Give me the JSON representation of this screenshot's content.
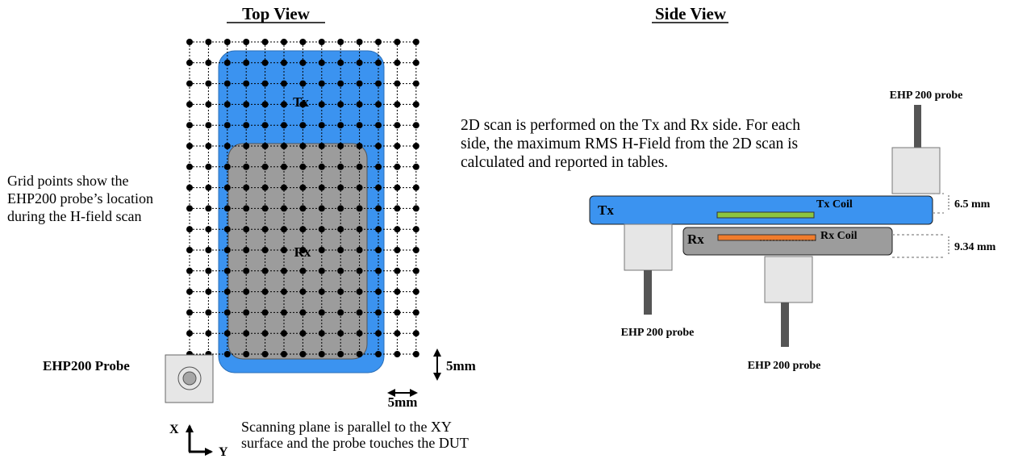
{
  "top_view": {
    "title": "Top View",
    "tx_label": "Tx",
    "rx_label": "Rx",
    "grid_note_lines": [
      "Grid points show the",
      "EHP200 probe’s location",
      "during the H-field scan"
    ],
    "probe_label": "EHP200 Probe",
    "dim_vertical": "5mm",
    "dim_horizontal": "5mm",
    "axis_x": "X",
    "axis_y": "Y",
    "scan_note_lines": [
      "Scanning plane is parallel to the XY",
      "surface and the probe touches the DUT"
    ],
    "grid_columns": 13,
    "grid_rows": 16
  },
  "side_view": {
    "title": "Side View",
    "description_lines": [
      "2D scan is performed on the Tx and Rx side. For each",
      "side, the maximum RMS H-Field from the 2D scan is",
      "calculated and reported in tables."
    ],
    "tx_label": "Tx",
    "rx_label": "Rx",
    "tx_coil_label": "Tx Coil",
    "rx_coil_label": "Rx Coil",
    "dim_top": "6.5 mm",
    "dim_bottom": "9.34 mm",
    "probe_top_label": "EHP 200 probe",
    "probe_left_label": "EHP 200 probe",
    "probe_right_label": "EHP 200 probe"
  },
  "colors": {
    "tx_blue": "#3b93f0",
    "rx_gray": "#9c9c9c",
    "tx_coil_green": "#8cc63f",
    "rx_coil_orange": "#f07c2c",
    "probe_body": "#e6e6e6",
    "probe_rod": "#555555"
  }
}
